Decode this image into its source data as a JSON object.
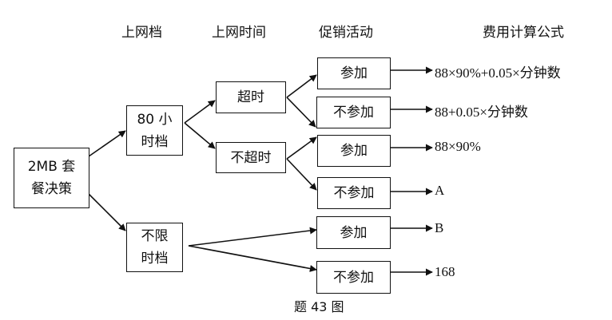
{
  "headers": {
    "tier": "上网档",
    "time": "上网时间",
    "promo": "促销活动",
    "formula": "费用计算公式"
  },
  "root": {
    "line1": "2MB 套",
    "line2": "餐决策"
  },
  "tiers": {
    "h80": {
      "line1": "80 小",
      "line2": "时档"
    },
    "unlimited": {
      "line1": "不限",
      "line2": "时档"
    }
  },
  "time_nodes": {
    "over": "超时",
    "not_over": "不超时"
  },
  "promo_nodes": [
    {
      "label": "参加",
      "result": "88×90%+0.05×分钟数"
    },
    {
      "label": "不参加",
      "result": "88+0.05×分钟数"
    },
    {
      "label": "参加",
      "result": "88×90%"
    },
    {
      "label": "不参加",
      "result": "A"
    },
    {
      "label": "参加",
      "result": "B"
    },
    {
      "label": "不参加",
      "result": "168"
    }
  ],
  "caption": "题 43 图"
}
